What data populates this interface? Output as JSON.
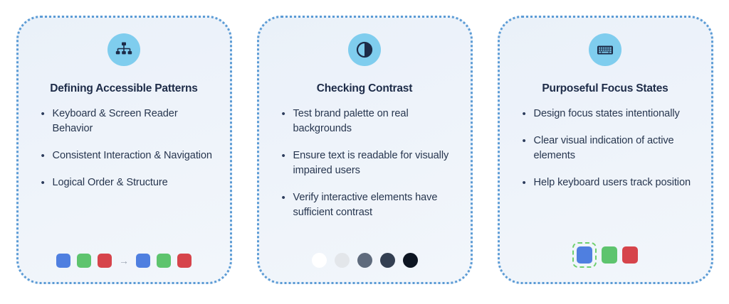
{
  "cards": [
    {
      "icon": "hierarchy-icon",
      "title": "Defining Accessible Patterns",
      "bullet_marker": "•",
      "bullets": [
        "Keyboard & Screen Reader Behavior",
        "Consistent Interaction & Navigation",
        "Logical Order & Structure"
      ],
      "footer": {
        "type": "swatch-row-with-arrow",
        "arrow": "→",
        "arrow_color": "#9aa3b2",
        "swatches_before": [
          "#4f7fe0",
          "#5ec46e",
          "#d6444b"
        ],
        "swatches_after": [
          "#4f7fe0",
          "#5ec46e",
          "#d6444b"
        ]
      }
    },
    {
      "icon": "contrast-icon",
      "title": "Checking Contrast",
      "bullet_marker": "•",
      "bullets": [
        "Test brand palette on real backgrounds",
        "Ensure text is readable for visually impaired users",
        "Verify interactive elements have sufficient contrast"
      ],
      "footer": {
        "type": "grayscale-ramp",
        "dots": [
          "#ffffff",
          "#e3e6ea",
          "#5f6b7d",
          "#333f52",
          "#0d1522"
        ]
      }
    },
    {
      "icon": "keyboard-icon",
      "title": "Purposeful Focus States",
      "bullet_marker": "•",
      "bullets": [
        "Design focus states intentionally",
        "Clear visual indication of active elements",
        "Help keyboard users track position"
      ],
      "footer": {
        "type": "focused-swatch-row",
        "focus_ring_color": "#6fd06f",
        "swatches": [
          "#4f7fe0",
          "#5ec46e",
          "#d6444b"
        ]
      }
    }
  ],
  "theme": {
    "card_border_color": "#5b9bd5",
    "card_background_start": "#eaf1f9",
    "card_background_end": "#f2f6fb",
    "icon_badge_color": "#7fcdee",
    "icon_glyph_color": "#1d2b48",
    "title_color": "#1d2b48",
    "body_text_color": "#27364f",
    "page_background": "#ffffff"
  }
}
